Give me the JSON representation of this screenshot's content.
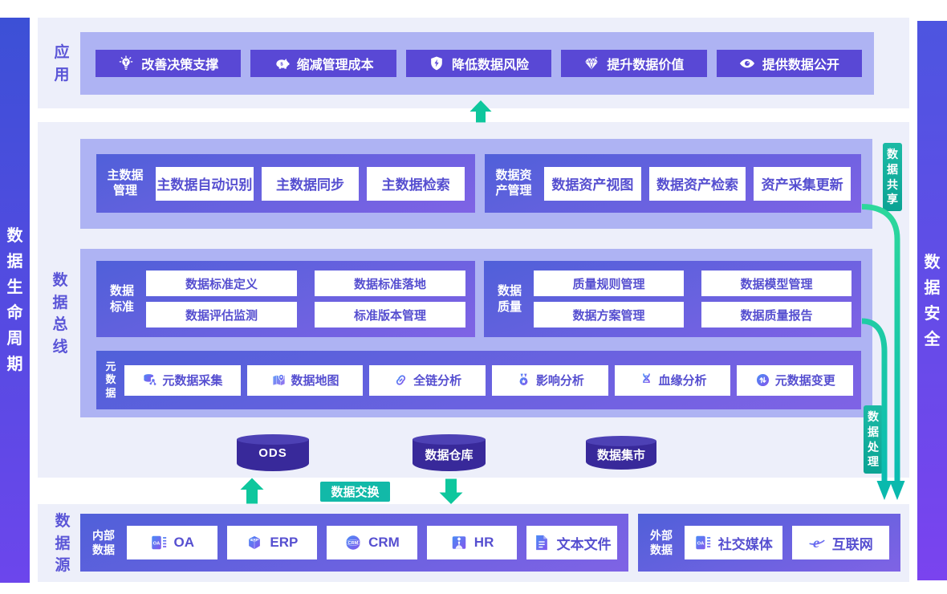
{
  "sidebar_left": {
    "label": "数据生命周期"
  },
  "sidebar_right": {
    "label": "数据安全"
  },
  "app_section": {
    "label": "应用",
    "buttons": [
      {
        "label": "改善决策支撑",
        "icon": "lightbulb-icon"
      },
      {
        "label": "缩减管理成本",
        "icon": "piggy-bank-icon"
      },
      {
        "label": "降低数据风险",
        "icon": "shield-bolt-icon"
      },
      {
        "label": "提升数据价值",
        "icon": "diamond-icon"
      },
      {
        "label": "提供数据公开",
        "icon": "eye-icon"
      }
    ]
  },
  "bus_section": {
    "label": "数据总线",
    "master_data": {
      "label": "主数据管理",
      "items": [
        "主数据自动识别",
        "主数据同步",
        "主数据检索"
      ]
    },
    "data_asset": {
      "label": "数据资产管理",
      "items": [
        "数据资产视图",
        "数据资产检索",
        "资产采集更新"
      ]
    },
    "data_standard": {
      "label": "数据标准",
      "items": [
        "数据标准定义",
        "数据标准落地",
        "数据评估监测",
        "标准版本管理"
      ]
    },
    "data_quality": {
      "label": "数据质量",
      "items": [
        "质量规则管理",
        "数据模型管理",
        "数据方案管理",
        "数据质量报告"
      ]
    },
    "metadata": {
      "label": "元数据",
      "items": [
        {
          "label": "元数据采集",
          "icon": "database-icon"
        },
        {
          "label": "数据地图",
          "icon": "map-pin-icon"
        },
        {
          "label": "全链分析",
          "icon": "link-icon"
        },
        {
          "label": "影响分析",
          "icon": "medal-icon"
        },
        {
          "label": "血缘分析",
          "icon": "dna-icon"
        },
        {
          "label": "元数据变更",
          "icon": "transfer-icon"
        }
      ]
    },
    "stores": [
      {
        "label": "ODS"
      },
      {
        "label": "数据仓库"
      },
      {
        "label": "数据集市"
      }
    ]
  },
  "tags": {
    "share": "数据共享",
    "process": "数据处理",
    "exchange": "数据交换"
  },
  "source_section": {
    "label": "数据源",
    "internal": {
      "label": "内部数据",
      "items": [
        {
          "label": "OA",
          "icon": "oa-icon"
        },
        {
          "label": "ERP",
          "icon": "erp-icon"
        },
        {
          "label": "CRM",
          "icon": "crm-icon"
        },
        {
          "label": "HR",
          "icon": "hr-icon"
        },
        {
          "label": "文本文件",
          "icon": "text-file-icon"
        }
      ]
    },
    "external": {
      "label": "外部数据",
      "items": [
        {
          "label": "社交媒体",
          "icon": "social-media-icon"
        },
        {
          "label": "互联网",
          "icon": "internet-icon"
        }
      ]
    }
  },
  "icon_glyphs": {
    "oa": "OA",
    "erp": "ERP",
    "crm": "CRM",
    "dollar": "$",
    "internet_e": "e"
  },
  "colors": {
    "section_bg": "#edeffa",
    "lavender_container": "#aeb3f3",
    "group_box_gradient": [
      "#5060d9",
      "#7f63e5"
    ],
    "app_button": "#5948d5",
    "white_button_text": "#564fd0",
    "section_label_text": "#5a55d7",
    "left_bar_gradient": [
      "#3c50d6",
      "#6c46ec"
    ],
    "right_bar_gradient": [
      "#4d55e0",
      "#7a43ef"
    ],
    "teal_tag": "#12b9a8",
    "green_arrow": "#0ec79d",
    "cylinder_body": "#38299a",
    "cylinder_top": "#4d41b5"
  }
}
